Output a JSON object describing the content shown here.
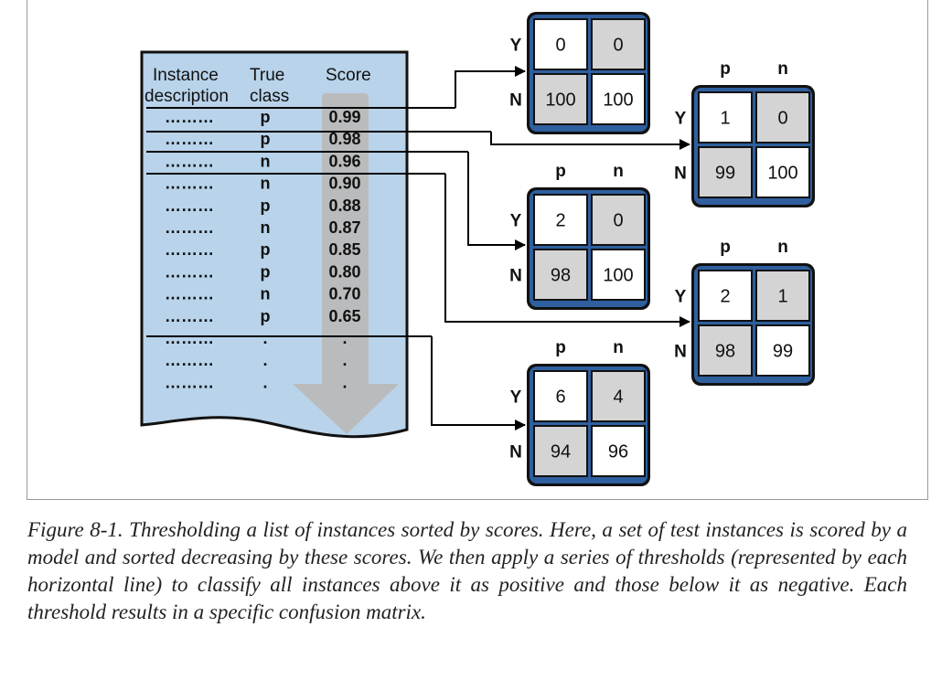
{
  "table": {
    "headers": {
      "description": [
        "Instance",
        "description"
      ],
      "true_class": [
        "True",
        "class"
      ],
      "score": "Score"
    },
    "rows": [
      {
        "desc": "………",
        "cls": "p",
        "score": "0.99"
      },
      {
        "desc": "………",
        "cls": "p",
        "score": "0.98"
      },
      {
        "desc": "………",
        "cls": "n",
        "score": "0.96"
      },
      {
        "desc": "………",
        "cls": "n",
        "score": "0.90"
      },
      {
        "desc": "………",
        "cls": "p",
        "score": "0.88"
      },
      {
        "desc": "………",
        "cls": "n",
        "score": "0.87"
      },
      {
        "desc": "………",
        "cls": "p",
        "score": "0.85"
      },
      {
        "desc": "………",
        "cls": "p",
        "score": "0.80"
      },
      {
        "desc": "………",
        "cls": "n",
        "score": "0.70"
      },
      {
        "desc": "………",
        "cls": "p",
        "score": "0.65"
      },
      {
        "desc": "………",
        "cls": ".",
        "score": "."
      },
      {
        "desc": "………",
        "cls": ".",
        "score": "."
      },
      {
        "desc": "………",
        "cls": ".",
        "score": "."
      }
    ]
  },
  "matrix_labels": {
    "col_p": "p",
    "col_n": "n",
    "row_y": "Y",
    "row_n": "N"
  },
  "matrices": [
    {
      "id": "m1",
      "cells": [
        "0",
        "0",
        "100",
        "100"
      ],
      "show_col_labels": false
    },
    {
      "id": "m2",
      "cells": [
        "1",
        "0",
        "99",
        "100"
      ],
      "show_col_labels": true
    },
    {
      "id": "m3",
      "cells": [
        "2",
        "0",
        "98",
        "100"
      ],
      "show_col_labels": true
    },
    {
      "id": "m4",
      "cells": [
        "2",
        "1",
        "98",
        "99"
      ],
      "show_col_labels": true
    },
    {
      "id": "m5",
      "cells": [
        "6",
        "4",
        "94",
        "96"
      ],
      "show_col_labels": true
    }
  ],
  "colors": {
    "doc_fill": "#b8d3ea",
    "matrix_border": "#2f5f9e",
    "shaded_cell": "#d4d4d4",
    "arrow_shadow": "#b9b9b9"
  },
  "caption": "Figure 8-1. Thresholding a list of instances sorted by scores. Here, a set of test instances is scored by a model and sorted decreasing by these scores. We then apply a series of thresholds (represented by each horizontal line) to classify all instances above it as positive and those below it as negative. Each threshold results in a specific confusion matrix."
}
